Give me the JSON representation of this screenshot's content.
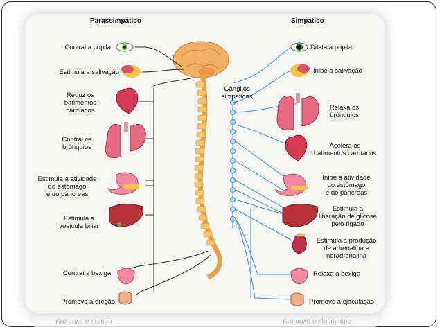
{
  "headers": {
    "parasympathetic": "Parassimpático",
    "sympathetic": "Simpático"
  },
  "ganglia_label": "Gânglios\nsimpáticos",
  "left_labels": [
    "Contrai a pupila",
    "Estimula a salivação",
    "Reduz os\nbatimentos\ncardíacos",
    "Contrai os\nbrônquios",
    "Estimula a atividade\ndo estômago\ne do pâncreas",
    "Estimula a\nvesícula biliar",
    "Contrai a bexiga",
    "Promove a ereção"
  ],
  "right_labels": [
    "Dilata a pupila",
    "Inibe a salivação",
    "Relaxa os\nbrônquios",
    "Acelera os\nbatimentos cardíacos",
    "Inibe a atividade\ndo estômago\ne do pâncreas",
    "Estimula a\nliberação de glicose\npelo fígado",
    "Estimula a produção\nde adrenalina e\nnoradrenalina",
    "Relaxa a bexiga",
    "Promove a ejaculação"
  ],
  "colors": {
    "nerve": "#2a2a2a",
    "sympathetic_nerve": "#3b8fd8",
    "brain": "#f2b266",
    "organ_red": "#e0506a",
    "organ_liver": "#b8323a",
    "spine": "#f0c86a"
  }
}
